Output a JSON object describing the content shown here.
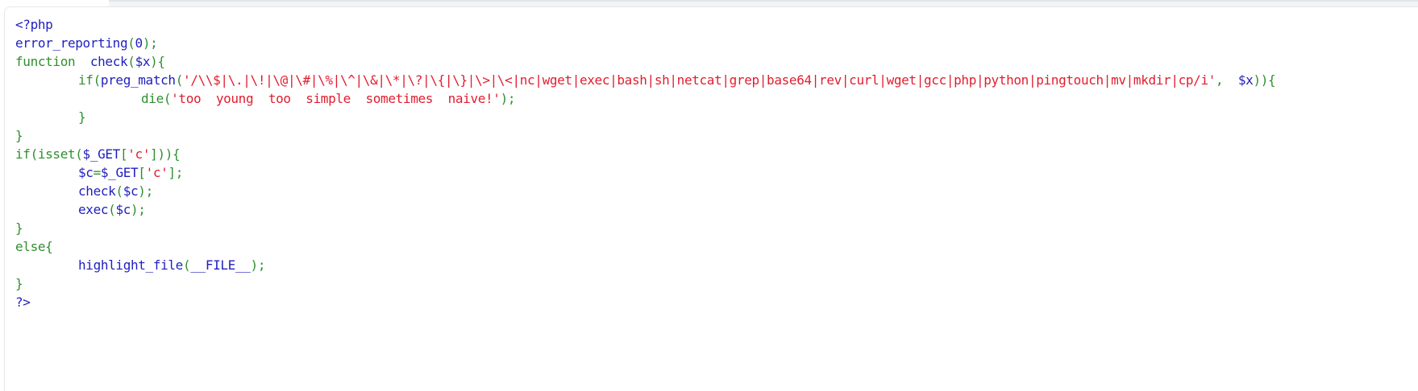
{
  "colors": {
    "keyword": "#1f1fbf",
    "default": "#2f8f2f",
    "string": "#e11d2e",
    "background": "#ffffff"
  },
  "code_lines": [
    {
      "id": "l1",
      "parts": [
        {
          "text": "<?php",
          "color": "blue"
        }
      ]
    },
    {
      "id": "l2",
      "parts": [
        {
          "text": "error_reporting",
          "color": "blue"
        },
        {
          "text": "(",
          "color": "green"
        },
        {
          "text": "0",
          "color": "blue"
        },
        {
          "text": ");",
          "color": "green"
        }
      ]
    },
    {
      "id": "l3",
      "parts": [
        {
          "text": "function  ",
          "color": "green"
        },
        {
          "text": "check",
          "color": "blue"
        },
        {
          "text": "(",
          "color": "green"
        },
        {
          "text": "$x",
          "color": "blue"
        },
        {
          "text": "){",
          "color": "green"
        }
      ]
    },
    {
      "id": "l4",
      "indent": 1,
      "parts": [
        {
          "text": "if(",
          "color": "green"
        },
        {
          "text": "preg_match",
          "color": "blue"
        },
        {
          "text": "(",
          "color": "green"
        },
        {
          "text": "'/\\\\$|\\.|\\!|\\@|\\#|\\%|\\^|\\&|\\*|\\?|\\{|\\}|\\>|\\<|nc|wget|exec|bash|sh|netcat|grep|base64|rev|curl|wget|gcc|php|python|pingtouch|mv|mkdir|cp/i'",
          "color": "red"
        },
        {
          "text": ",  ",
          "color": "green"
        },
        {
          "text": "$x",
          "color": "blue"
        },
        {
          "text": ")){",
          "color": "green"
        }
      ]
    },
    {
      "id": "l5",
      "indent": 2,
      "parts": [
        {
          "text": "die(",
          "color": "green"
        },
        {
          "text": "'too  young  too  simple  sometimes  naive!'",
          "color": "red"
        },
        {
          "text": ");",
          "color": "green"
        }
      ]
    },
    {
      "id": "l6",
      "indent": 1,
      "parts": [
        {
          "text": "}",
          "color": "green"
        }
      ]
    },
    {
      "id": "l7",
      "parts": [
        {
          "text": "}",
          "color": "green"
        }
      ]
    },
    {
      "id": "l8",
      "parts": [
        {
          "text": "if(isset(",
          "color": "green"
        },
        {
          "text": "$_GET",
          "color": "blue"
        },
        {
          "text": "[",
          "color": "green"
        },
        {
          "text": "'c'",
          "color": "red"
        },
        {
          "text": "])){",
          "color": "green"
        }
      ]
    },
    {
      "id": "l9",
      "indent": 1,
      "parts": [
        {
          "text": "$c",
          "color": "blue"
        },
        {
          "text": "=",
          "color": "green"
        },
        {
          "text": "$_GET",
          "color": "blue"
        },
        {
          "text": "[",
          "color": "green"
        },
        {
          "text": "'c'",
          "color": "red"
        },
        {
          "text": "];",
          "color": "green"
        }
      ]
    },
    {
      "id": "l10",
      "indent": 1,
      "parts": [
        {
          "text": "check",
          "color": "blue"
        },
        {
          "text": "(",
          "color": "green"
        },
        {
          "text": "$c",
          "color": "blue"
        },
        {
          "text": ");",
          "color": "green"
        }
      ]
    },
    {
      "id": "l11",
      "indent": 1,
      "parts": [
        {
          "text": "exec",
          "color": "blue"
        },
        {
          "text": "(",
          "color": "green"
        },
        {
          "text": "$c",
          "color": "blue"
        },
        {
          "text": ");",
          "color": "green"
        }
      ]
    },
    {
      "id": "l12",
      "parts": [
        {
          "text": "}",
          "color": "green"
        }
      ]
    },
    {
      "id": "l13",
      "parts": [
        {
          "text": "else{",
          "color": "green"
        }
      ]
    },
    {
      "id": "l14",
      "indent": 1,
      "parts": [
        {
          "text": "highlight_file",
          "color": "blue"
        },
        {
          "text": "(",
          "color": "green"
        },
        {
          "text": "__FILE__",
          "color": "blue"
        },
        {
          "text": ");",
          "color": "green"
        }
      ]
    },
    {
      "id": "l15",
      "parts": [
        {
          "text": "}",
          "color": "green"
        }
      ]
    },
    {
      "id": "l16",
      "parts": [
        {
          "text": "?>",
          "color": "blue"
        }
      ]
    }
  ]
}
